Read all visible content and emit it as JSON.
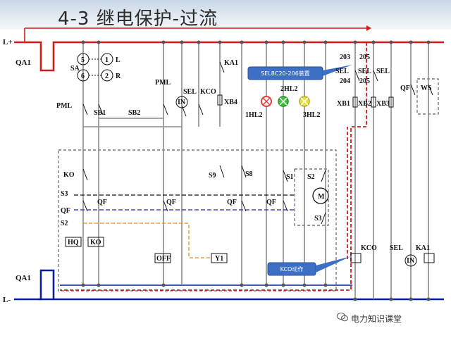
{
  "title": "4-3   继电保护-过流",
  "footer": "电力知识课堂",
  "labels": {
    "l_plus": "L+",
    "l_minus": "L-",
    "qa1_top": "QA1",
    "qa1_bottom": "QA1",
    "sa": "SA",
    "sa_5": "5",
    "sa_1": "1",
    "sa_6": "6",
    "sa_2": "2",
    "sa_l": "L",
    "sa_r": "R",
    "pml_left": "PML",
    "pml_mid": "PML",
    "sb1": "SB1",
    "sb2": "SB2",
    "sel": "SEL",
    "kco": "KCO",
    "ka1": "KA1",
    "xb4": "XB4",
    "in": "IN",
    "hl1": "1HL2",
    "hl2": "2HL2",
    "hl3": "3HL2",
    "n203": "203",
    "n204": "204",
    "n205a": "205",
    "n205b": "205",
    "sel2": "SEL",
    "sel3": "SEL",
    "sel4": "SEL",
    "qf": "QF",
    "ws": "WS",
    "xb1": "XB1",
    "xb2": "XB2",
    "xb3": "XB3",
    "ko": "KO",
    "s3": "S3",
    "qf_l": "QF",
    "s2": "S2",
    "qf_a": "QF",
    "qf_b": "QF",
    "qf_c": "QF",
    "qf_d": "QF",
    "s9": "S9",
    "s8": "S8",
    "s1": "S1",
    "s2b": "S2",
    "s3b": "S3",
    "m": "M",
    "hq": "HQ",
    "ko_box": "KO",
    "off": "OFF",
    "y1": "Y1",
    "kco_bottom": "KCO",
    "sel_bottom": "SEL",
    "ka1_bottom": "KA1",
    "in_bottom": "IN"
  },
  "callouts": {
    "top": "SEL8C20-206装置",
    "bottom": "KCO动作"
  },
  "colors": {
    "positive_bus": "#d21a1a",
    "negative_bus": "#0d1e9c",
    "callout": "#3d6fc4",
    "lamp_red": "#e23b3b",
    "lamp_green": "#3cc23c",
    "lamp_yellow": "#e8df3a"
  }
}
